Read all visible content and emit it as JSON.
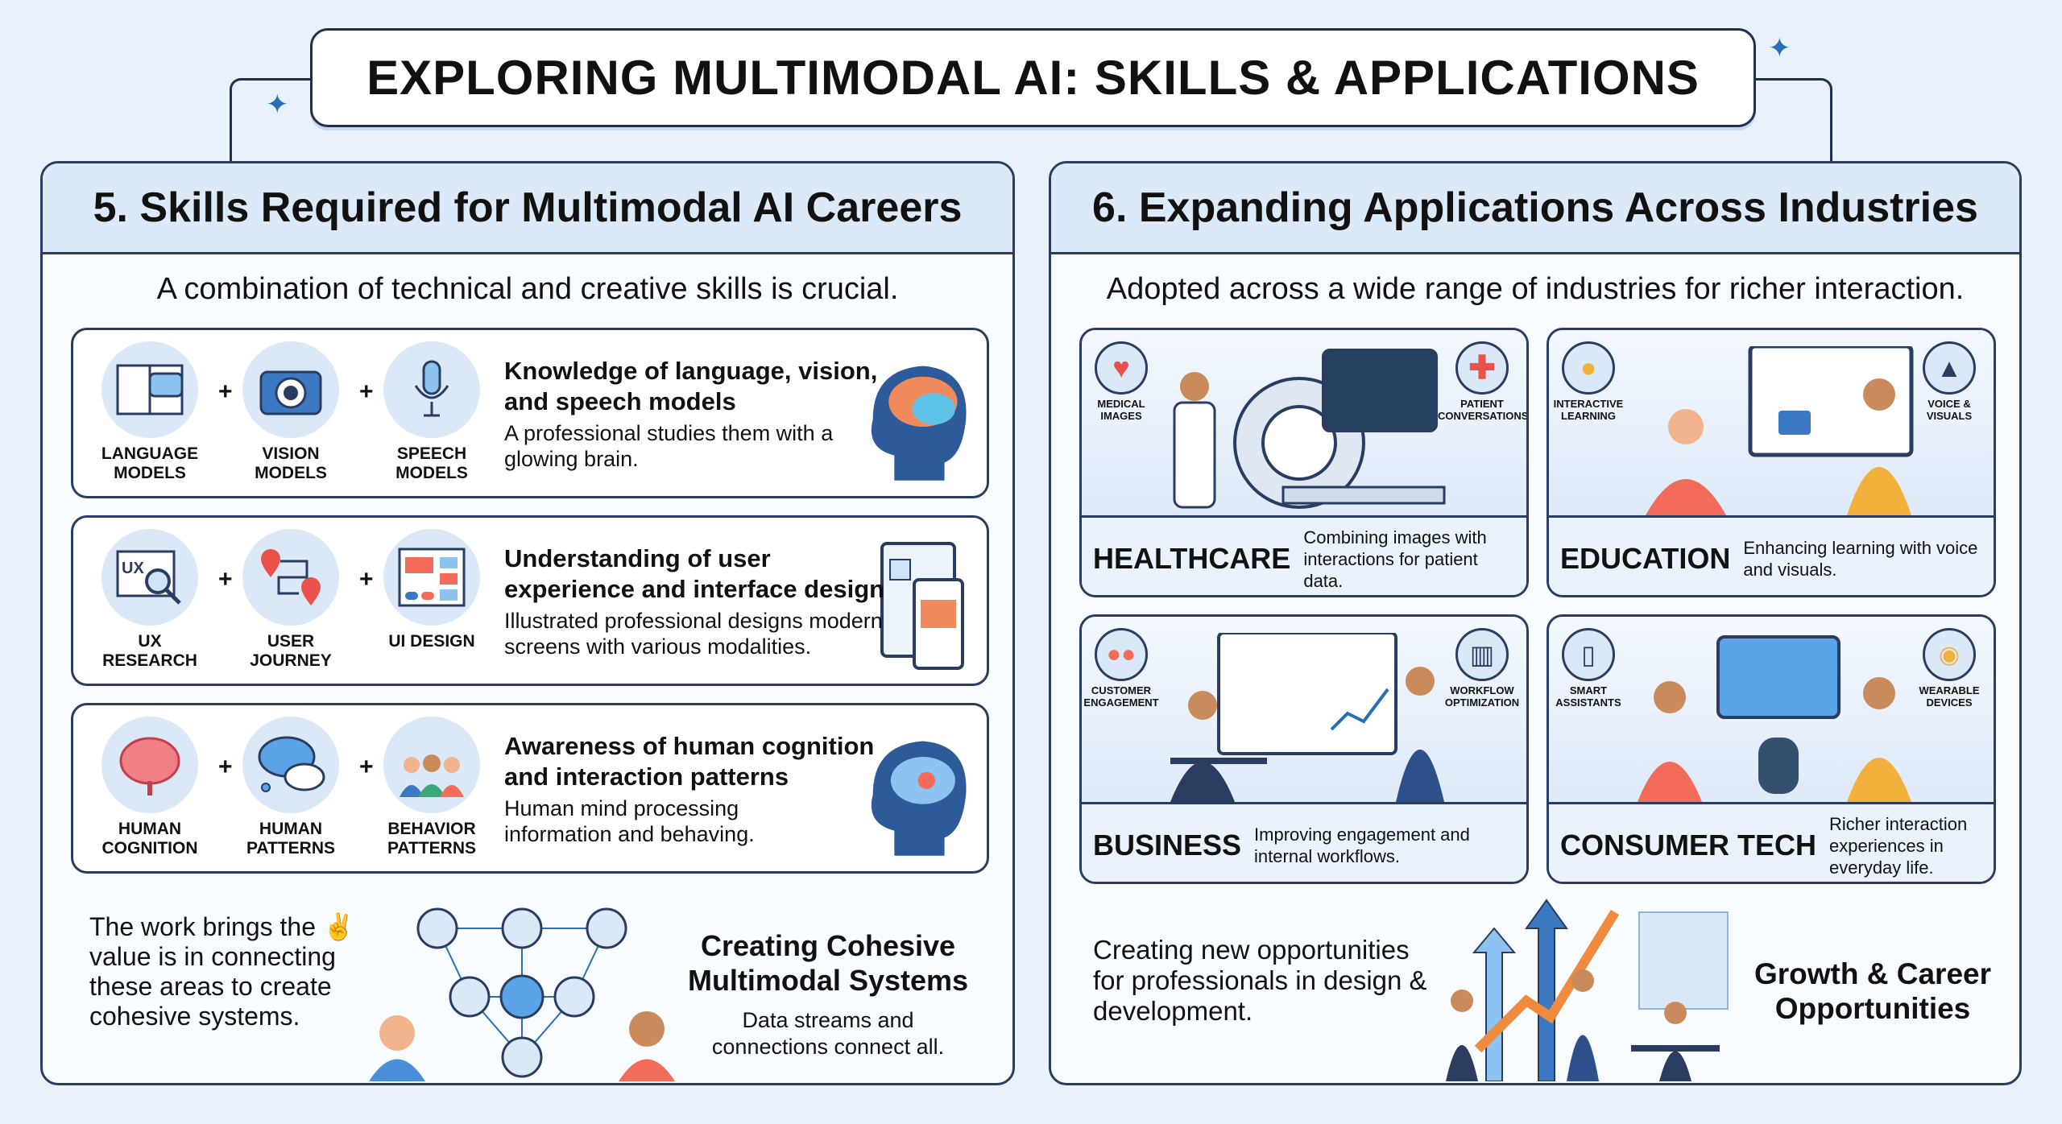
{
  "header": {
    "title": "EXPLORING MULTIMODAL AI: SKILLS & APPLICATIONS"
  },
  "left": {
    "title": "5. Skills Required for Multimodal AI Careers",
    "subtitle": "A combination of technical and creative skills is crucial.",
    "rows": [
      {
        "skills": [
          "LANGUAGE MODELS",
          "VISION MODELS",
          "SPEECH MODELS"
        ],
        "title": "Knowledge of language, vision, and speech models",
        "desc": "A professional studies them with a glowing brain."
      },
      {
        "skills": [
          "UX RESEARCH",
          "USER JOURNEY",
          "UI DESIGN"
        ],
        "title": "Understanding of user experience and interface design",
        "desc": "Illustrated professional designs modern screens with various modalities."
      },
      {
        "skills": [
          "HUMAN COGNITION",
          "HUMAN PATTERNS",
          "BEHAVIOR PATTERNS"
        ],
        "title": "Awareness of human cognition and interaction patterns",
        "desc": "Human mind processing information and behaving."
      }
    ],
    "bottom": {
      "text": "The work brings the ✌ value is in connecting these areas to create cohesive systems.",
      "title": "Creating Cohesive Multimodal Systems",
      "desc": "Data streams and connections connect all."
    }
  },
  "right": {
    "title": "6. Expanding Applications Across Industries",
    "subtitle": "Adopted across a wide range of industries for richer interaction.",
    "cards": [
      {
        "name": "HEALTHCARE",
        "desc": "Combining images with interactions for patient data.",
        "tags": [
          "MEDICAL IMAGES",
          "PATIENT CONVERSATIONS"
        ]
      },
      {
        "name": "EDUCATION",
        "desc": "Enhancing learning with voice and visuals.",
        "tags": [
          "INTERACTIVE LEARNING",
          "VOICE & VISUALS"
        ]
      },
      {
        "name": "BUSINESS",
        "desc": "Improving engagement and internal workflows.",
        "tags": [
          "CUSTOMER ENGAGEMENT",
          "WORKFLOW OPTIMIZATION"
        ]
      },
      {
        "name": "CONSUMER TECH",
        "desc": "Richer interaction experiences in everyday life.",
        "tags": [
          "SMART ASSISTANTS",
          "WEARABLE DEVICES"
        ]
      }
    ],
    "bottom": {
      "text": "Creating new opportunities for professionals in design & development.",
      "title": "Growth & Career Opportunities"
    }
  },
  "colors": {
    "navy": "#2a3d60",
    "accent": "#2a6fb5",
    "orange": "#f08a3c",
    "red": "#e8524a"
  }
}
